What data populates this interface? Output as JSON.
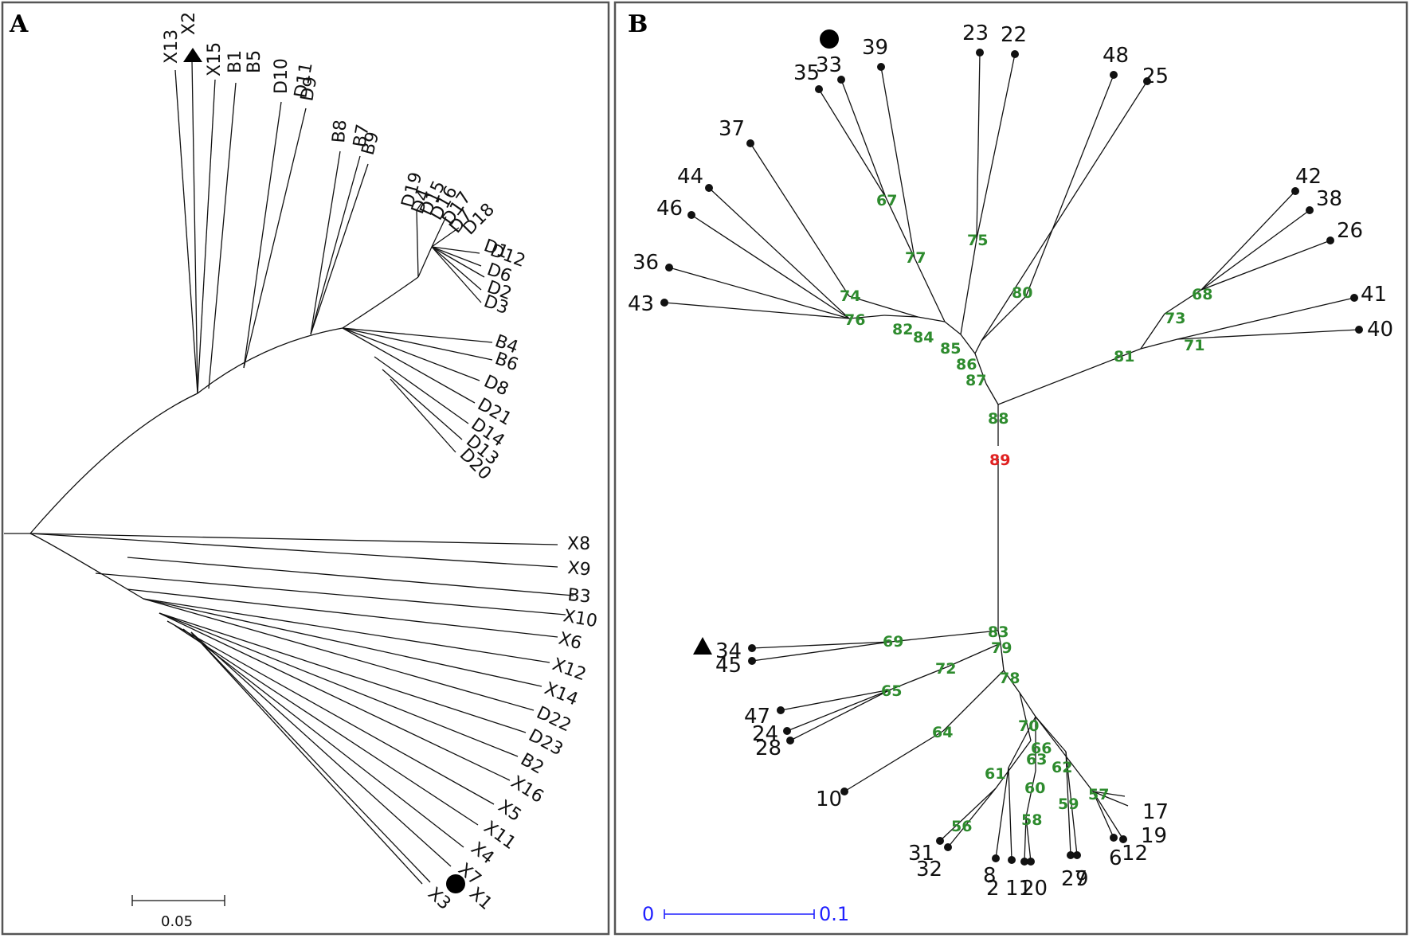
{
  "panel_a": {
    "letter": "A",
    "scale_label": "0.05",
    "leaves_top": [
      "X13",
      "X2",
      "X15",
      "B1",
      "B5",
      "D10",
      "D11",
      "D9",
      "B8",
      "B7",
      "B9",
      "D19",
      "D4",
      "D15",
      "D16",
      "D17",
      "D7",
      "D18",
      "D1",
      "D12",
      "D6",
      "D2",
      "D3",
      "B4",
      "B6",
      "D8",
      "D21",
      "D14",
      "D13",
      "D20"
    ],
    "leaves_bottom": [
      "X8",
      "X9",
      "B3",
      "X10",
      "X6",
      "X12",
      "X14",
      "D22",
      "D23",
      "B2",
      "X16",
      "X5",
      "X11",
      "X4",
      "X7",
      "X1",
      "X3"
    ]
  },
  "panel_b": {
    "letter": "B",
    "scale_min": "0",
    "scale_max": "0.1",
    "root_label": "89",
    "root_color": "#e02020",
    "node_color": "#2e8b2e",
    "scale_color": "#2020ff",
    "leaves": [
      "35",
      "33",
      "39",
      "23",
      "22",
      "48",
      "25",
      "37",
      "44",
      "46",
      "36",
      "43",
      "42",
      "38",
      "26",
      "41",
      "40",
      "34",
      "45",
      "47",
      "24",
      "28",
      "10",
      "31",
      "32",
      "8",
      "2",
      "11",
      "20",
      "27",
      "9",
      "17",
      "19",
      "12",
      "6"
    ],
    "internal_nodes": [
      "67",
      "77",
      "75",
      "80",
      "74",
      "76",
      "82",
      "84",
      "85",
      "86",
      "87",
      "88",
      "68",
      "73",
      "71",
      "81",
      "83",
      "79",
      "69",
      "72",
      "78",
      "65",
      "64",
      "70",
      "66",
      "63",
      "62",
      "61",
      "60",
      "59",
      "58",
      "57",
      "56"
    ]
  },
  "markers": {
    "triangle": "triangle-marker",
    "circle": "circle-marker"
  }
}
